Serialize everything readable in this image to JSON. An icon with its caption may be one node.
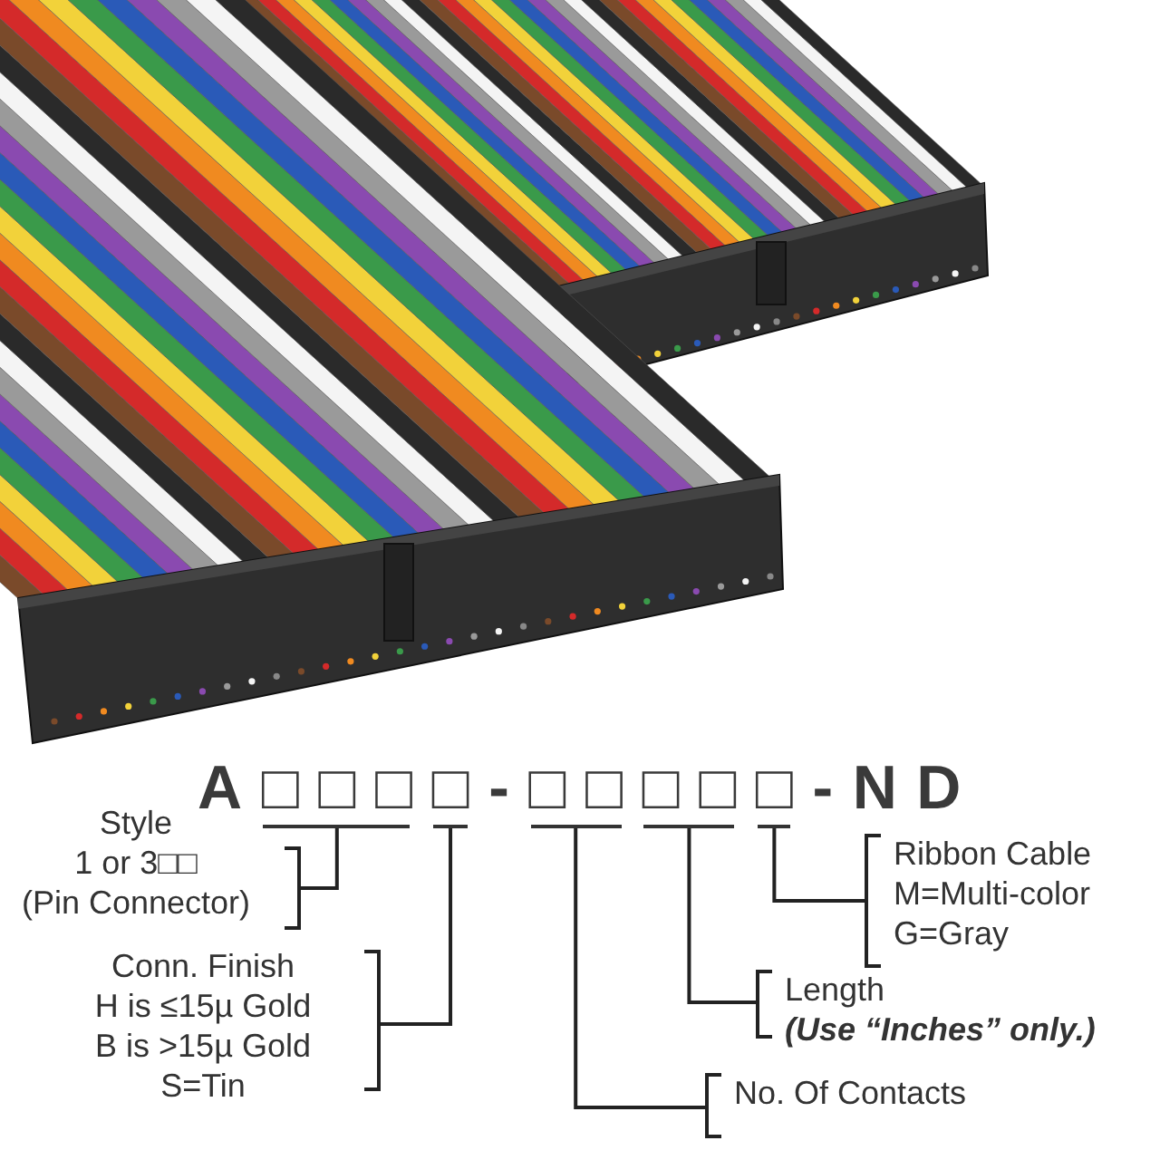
{
  "diagram": {
    "nodes": [
      {
        "text": [
          "A□□□□-□□□□□-ND"
        ]
      },
      {
        "text": [],
        "shape": "bar"
      },
      {
        "text": [],
        "shape": "bar"
      },
      {
        "text": [],
        "shape": "bar"
      },
      {
        "text": [],
        "shape": "bar"
      },
      {
        "text": [],
        "shape": "bar"
      },
      {
        "text": [
          "Style",
          "1 or 3□□",
          "(Pin Connector)"
        ]
      },
      {
        "text": [
          "Ribbon Cable",
          "M=Multi-color",
          "G=Gray"
        ]
      },
      {
        "text": [
          "Conn. Finish",
          "H is ≤15µ Gold",
          "B is >15µ Gold",
          "S=Tin"
        ]
      },
      {
        "text": [
          "Length",
          "(Use “Inches” only.)"
        ]
      },
      {
        "text": [
          "No. Of Contacts"
        ]
      }
    ],
    "edges": [
      {
        "from": 6,
        "to": 1,
        "arrow": "none"
      },
      {
        "from": 7,
        "to": 5,
        "arrow": "none"
      },
      {
        "from": 8,
        "to": 2,
        "arrow": "none"
      },
      {
        "from": 9,
        "to": 4,
        "arrow": "none"
      },
      {
        "from": 10,
        "to": 3,
        "arrow": "none"
      }
    ]
  }
}
